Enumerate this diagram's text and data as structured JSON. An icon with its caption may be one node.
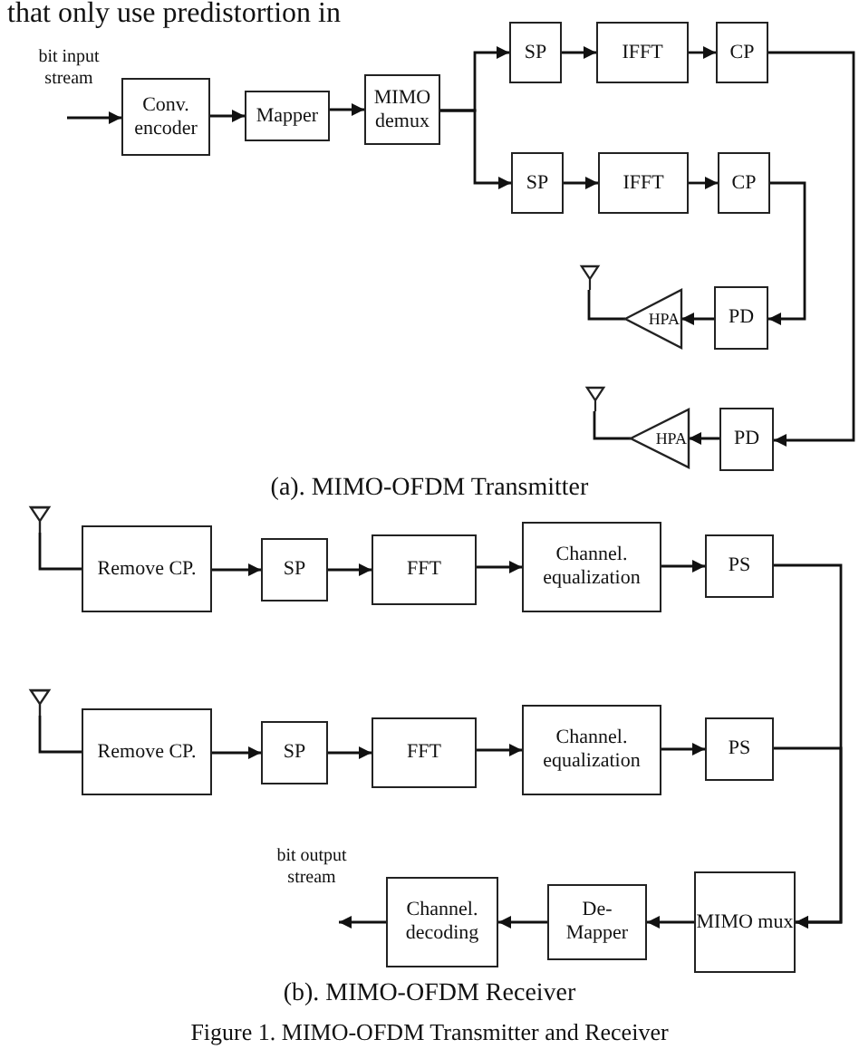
{
  "diagram": {
    "caption": "Figure 1. MIMO-OFDM Transmitter and Receiver",
    "nodes": [
      {
        "text": [
          "Conv. encoder"
        ]
      },
      {
        "text": [
          "Mapper"
        ]
      },
      {
        "text": [
          "MIMO demux"
        ]
      },
      {
        "text": [
          "SP"
        ]
      },
      {
        "text": [
          "IFFT"
        ]
      },
      {
        "text": [
          "CP"
        ]
      },
      {
        "text": [
          "SP"
        ]
      },
      {
        "text": [
          "IFFT"
        ]
      },
      {
        "text": [
          "CP"
        ]
      },
      {
        "text": [
          "PD"
        ]
      },
      {
        "text": [
          "HPA"
        ]
      },
      {
        "text": [],
        "shape": "antenna"
      },
      {
        "text": [
          "PD"
        ]
      },
      {
        "text": [
          "HPA"
        ]
      },
      {
        "text": [],
        "shape": "antenna"
      },
      {
        "text": [],
        "shape": "antenna"
      },
      {
        "text": [
          "Remove CP."
        ]
      },
      {
        "text": [
          "SP"
        ]
      },
      {
        "text": [
          "FFT"
        ]
      },
      {
        "text": [
          "Channel. equalization"
        ]
      },
      {
        "text": [
          "PS"
        ]
      },
      {
        "text": [],
        "shape": "antenna"
      },
      {
        "text": [
          "Remove CP."
        ]
      },
      {
        "text": [
          "SP"
        ]
      },
      {
        "text": [
          "FFT"
        ]
      },
      {
        "text": [
          "Channel. equalization"
        ]
      },
      {
        "text": [
          "PS"
        ]
      },
      {
        "text": [
          "MIMO mux"
        ]
      },
      {
        "text": [
          "De- Mapper"
        ]
      },
      {
        "text": [
          "Channel. decoding"
        ]
      }
    ],
    "edges": [
      {
        "from": null,
        "to": 0,
        "arrow": "to"
      },
      {
        "from": 0,
        "to": 1,
        "arrow": "to"
      },
      {
        "from": 1,
        "to": 2,
        "arrow": "to"
      },
      {
        "from": 2,
        "to": 3,
        "arrow": "to"
      },
      {
        "from": 2,
        "to": 6,
        "arrow": "to"
      },
      {
        "from": 3,
        "to": 4,
        "arrow": "to"
      },
      {
        "from": 4,
        "to": 5,
        "arrow": "to"
      },
      {
        "from": 6,
        "to": 7,
        "arrow": "to"
      },
      {
        "from": 7,
        "to": 8,
        "arrow": "to"
      },
      {
        "from": 5,
        "to": 12,
        "arrow": "to"
      },
      {
        "from": 8,
        "to": 9,
        "arrow": "to"
      },
      {
        "from": 9,
        "to": 10,
        "arrow": "to"
      },
      {
        "from": 12,
        "to": 13,
        "arrow": "to"
      },
      {
        "from": 10,
        "to": 11,
        "arrow": "none"
      },
      {
        "from": 13,
        "to": 14,
        "arrow": "none"
      },
      {
        "from": 15,
        "to": 16,
        "arrow": "none"
      },
      {
        "from": 16,
        "to": 17,
        "arrow": "to"
      },
      {
        "from": 17,
        "to": 18,
        "arrow": "to"
      },
      {
        "from": 18,
        "to": 19,
        "arrow": "to"
      },
      {
        "from": 19,
        "to": 20,
        "arrow": "to"
      },
      {
        "from": 21,
        "to": 22,
        "arrow": "none"
      },
      {
        "from": 22,
        "to": 23,
        "arrow": "to"
      },
      {
        "from": 23,
        "to": 24,
        "arrow": "to"
      },
      {
        "from": 24,
        "to": 25,
        "arrow": "to"
      },
      {
        "from": 25,
        "to": 26,
        "arrow": "to"
      },
      {
        "from": 20,
        "to": 27,
        "arrow": "to"
      },
      {
        "from": 26,
        "to": 27,
        "arrow": "to"
      },
      {
        "from": 27,
        "to": 28,
        "arrow": "to"
      },
      {
        "from": 28,
        "to": 29,
        "arrow": "to"
      },
      {
        "from": 29,
        "to": null,
        "arrow": "to"
      }
    ],
    "labels": [
      "that only use predistortion in",
      "bit input stream",
      "(a). MIMO-OFDM Transmitter",
      "bit output stream",
      "(b). MIMO-OFDM Receiver"
    ]
  }
}
